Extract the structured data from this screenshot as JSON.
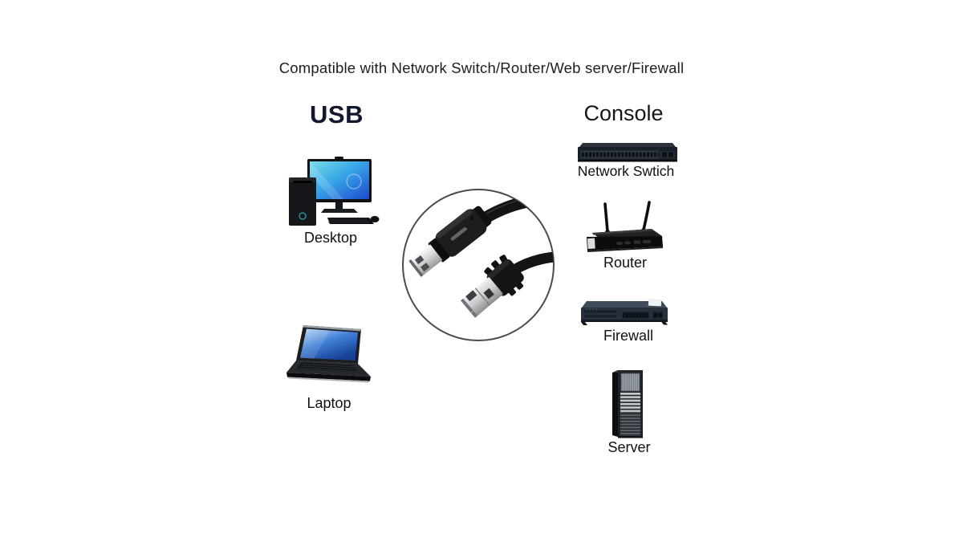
{
  "title": "Compatible with Network Switch/Router/Web server/Firewall",
  "usb": {
    "header": "USB",
    "items": [
      {
        "label": "Desktop",
        "icon": "desktop-icon"
      },
      {
        "label": "Laptop",
        "icon": "laptop-icon"
      }
    ]
  },
  "console": {
    "header": "Console",
    "items": [
      {
        "label": "Network Swtich",
        "icon": "network-switch-icon"
      },
      {
        "label": "Router",
        "icon": "router-icon"
      },
      {
        "label": "Firewall",
        "icon": "firewall-icon"
      },
      {
        "label": "Server",
        "icon": "server-icon"
      }
    ]
  },
  "colors": {
    "background": "#ffffff",
    "usb_header_text": "#14182e",
    "body_text": "#1a1a1a",
    "monitor_screen_blue": "#38a7e8",
    "laptop_screen_blue": "#3f7fd6",
    "circle_outline": "#4b4b4b"
  }
}
